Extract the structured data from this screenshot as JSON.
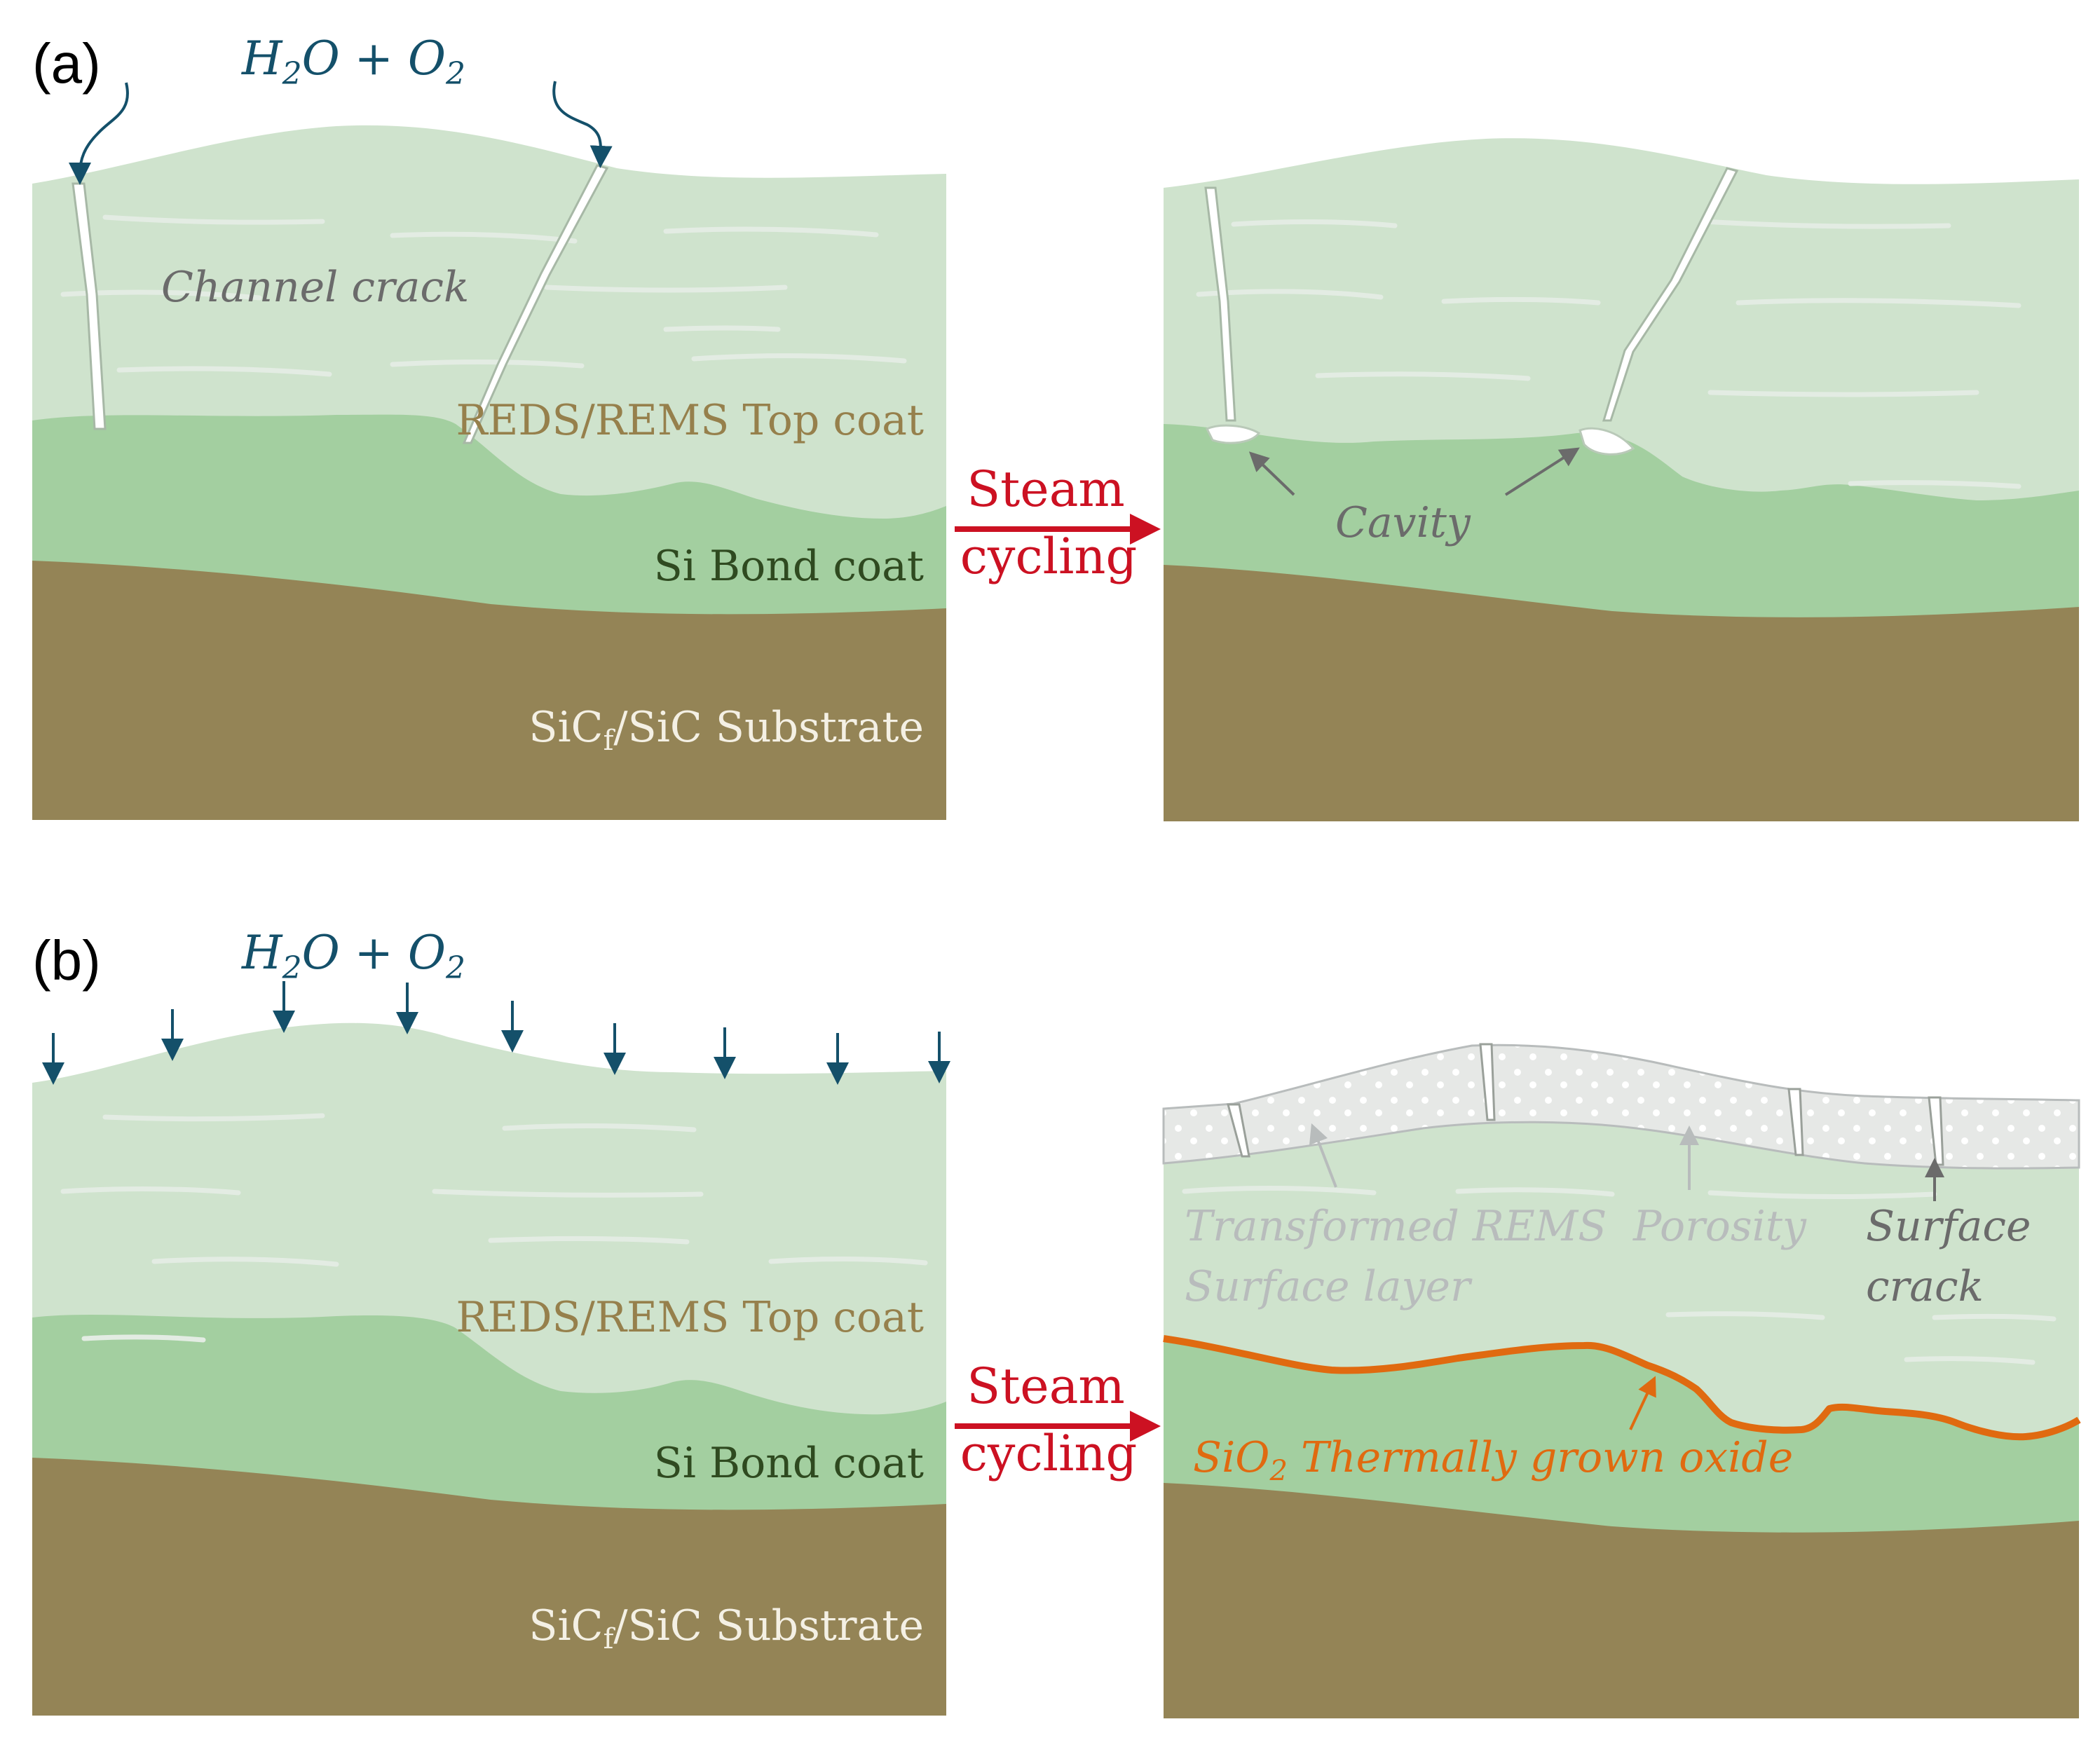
{
  "panel_a": {
    "label": "(a)",
    "reactants": {
      "part1": "H",
      "sub1": "2",
      "part2": "O + O",
      "sub2": "2"
    },
    "channel_crack": "Channel crack",
    "top_coat": "REDS/REMS Top coat",
    "bond_coat": "Si Bond coat",
    "substrate": {
      "part1": "SiC",
      "sub": "f",
      "part2": "/SiC Substrate"
    },
    "arrow_line1": "Steam",
    "arrow_line2": "cycling",
    "cavity": "Cavity"
  },
  "panel_b": {
    "label": "(b)",
    "reactants": {
      "part1": "H",
      "sub1": "2",
      "part2": "O + O",
      "sub2": "2"
    },
    "top_coat": "REDS/REMS Top coat",
    "bond_coat": "Si Bond coat",
    "substrate": {
      "part1": "SiC",
      "sub": "f",
      "part2": "/SiC Substrate"
    },
    "arrow_line1": "Steam",
    "arrow_line2": "cycling",
    "transformed_line1": "Transformed REMS",
    "transformed_line2": "Surface layer",
    "porosity": "Porosity",
    "surface_crack_line1": "Surface",
    "surface_crack_line2": "crack",
    "tgo": {
      "part1": "SiO",
      "sub": "2",
      "part2": " Thermally grown oxide"
    }
  },
  "colors": {
    "top_coat": "#cfe3cd",
    "bond_coat": "#a3cfa0",
    "substrate": "#948456",
    "flow_arrow": "#14506a",
    "steam_arrow": "#cc1122",
    "tgo": "#e06a10",
    "label_topcoat": "#96804c",
    "label_bond": "#2f4a20",
    "label_substrate": "#f4f0e4",
    "annotation": "#6b6b6b",
    "faded_annotation": "#b8bcbc"
  }
}
